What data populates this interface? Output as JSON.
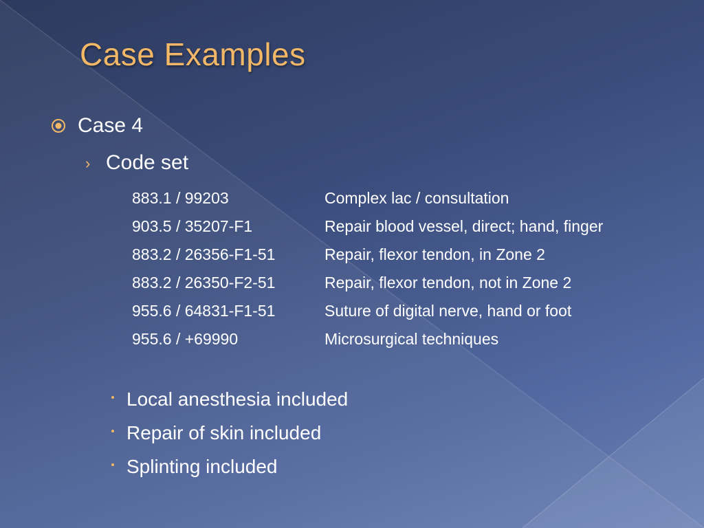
{
  "slide": {
    "title": "Case Examples",
    "bullet_level1": {
      "text": "Case 4",
      "icon": "circled-dot-icon"
    },
    "bullet_level2": {
      "text": "Code set",
      "icon": "chevron-right-icon"
    },
    "code_rows": [
      {
        "code": "883.1 / 99203",
        "description": "Complex lac / consultation"
      },
      {
        "code": "903.5 / 35207-F1",
        "description": "Repair blood vessel, direct; hand, finger"
      },
      {
        "code": "883.2 / 26356-F1-51",
        "description": "Repair, flexor tendon, in Zone 2"
      },
      {
        "code": "883.2 / 26350-F2-51",
        "description": "Repair, flexor tendon, not in Zone 2"
      },
      {
        "code": "955.6 / 64831-F1-51",
        "description": "Suture of digital nerve, hand or foot"
      },
      {
        "code": "955.6 / +69990",
        "description": "Microsurgical techniques"
      }
    ],
    "notes": [
      "Local anesthesia included",
      "Repair of skin included",
      "Splinting included"
    ]
  },
  "colors": {
    "accent": "#f2b867",
    "text": "#ffffff",
    "background_dark": "#2d3a5e",
    "background_light": "#6a80b4"
  }
}
